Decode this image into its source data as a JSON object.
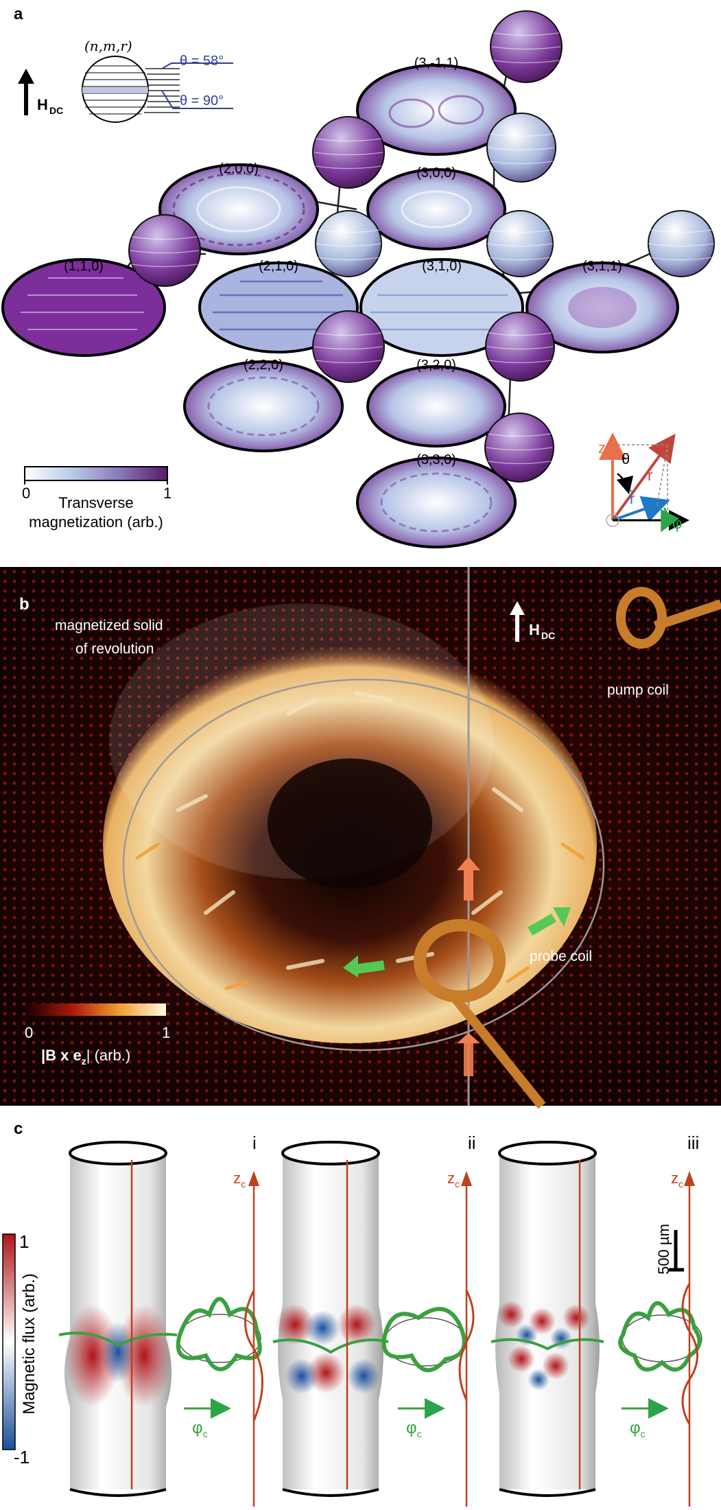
{
  "panel_a": {
    "letter": "a",
    "field_label": "H",
    "field_sub": "DC",
    "legend_tuple": "(n,m,r)",
    "theta1": "θ = 58°",
    "theta2": "θ = 90°",
    "modes": [
      "(1,1,0)",
      "(2,0,0)",
      "(2,1,0)",
      "(2,2,0)",
      "(3,-1,1)",
      "(3,0,0)",
      "(3,1,0)",
      "(3,2,0)",
      "(3,3,0)",
      "(3,1,1)"
    ],
    "colorbar": {
      "min": "0",
      "max": "1",
      "label1": "Transverse",
      "label2": "magnetization (arb.)",
      "colors": [
        "#ffffff",
        "#b8cbe6",
        "#8a78b8",
        "#5a1a66"
      ]
    },
    "axes": {
      "z": "z",
      "theta": "θ",
      "r": "r",
      "rtilde": "r̃",
      "phi": "φ"
    }
  },
  "panel_b": {
    "letter": "b",
    "field_label": "H",
    "field_sub": "DC",
    "solid_label1": "magnetized solid",
    "solid_label2": "of revolution",
    "pump": "pump coil",
    "probe": "probe coil",
    "colorbar": {
      "min": "0",
      "max": "1",
      "label": "|B x e",
      "label_sub": "z",
      "label_end": "| (arb.)",
      "colors": [
        "#200000",
        "#b01a0a",
        "#f0a030",
        "#fffbe0"
      ]
    }
  },
  "panel_c": {
    "letter": "c",
    "colorbar": {
      "max": "1",
      "min": "-1",
      "label": "Magnetic flux (arb.)",
      "colors": [
        "#1a4f9c",
        "#ffffff",
        "#b01418"
      ]
    },
    "roman": [
      "i",
      "ii",
      "iii"
    ],
    "zc": "z",
    "zc_sub": "c",
    "phic": "φ",
    "phic_sub": "c",
    "scale": "500 µm"
  }
}
